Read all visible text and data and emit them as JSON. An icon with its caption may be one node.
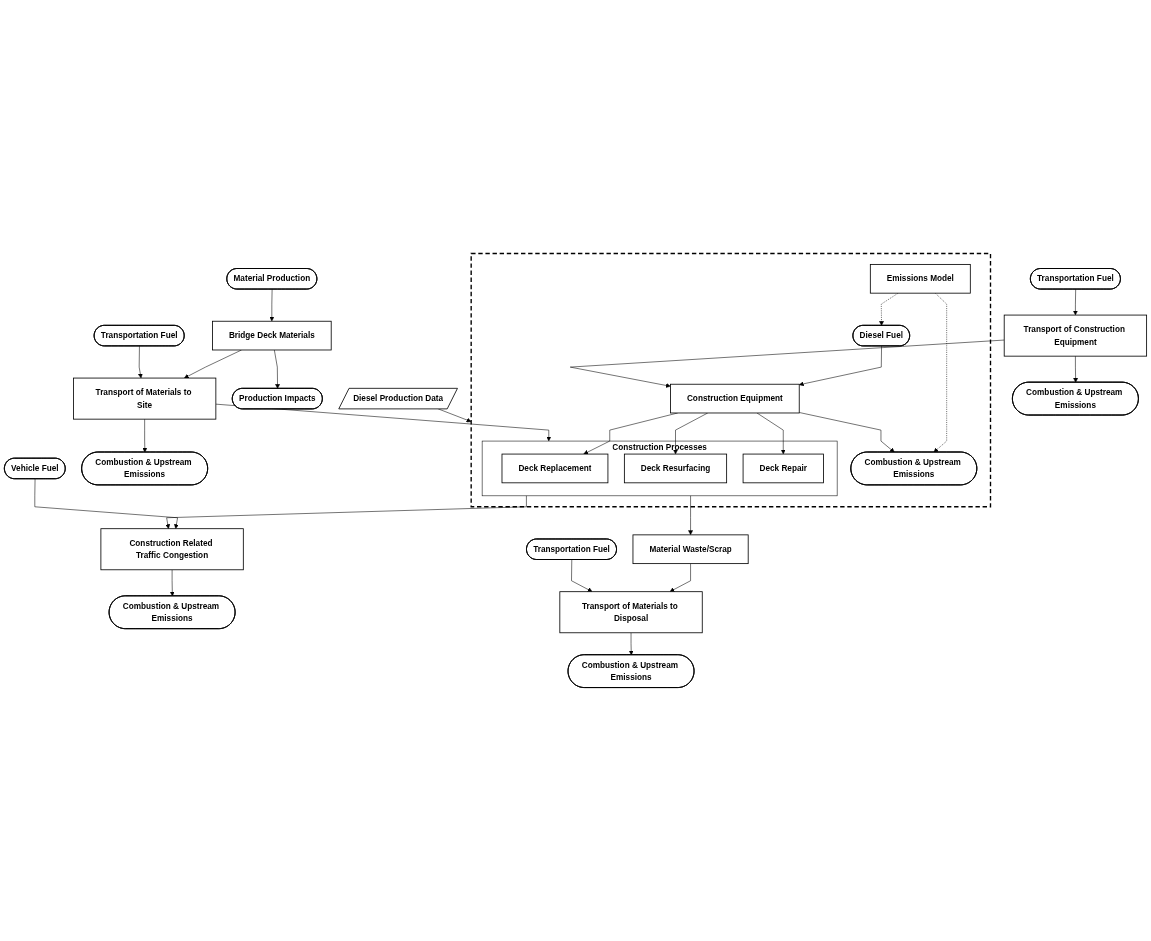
{
  "diagram": {
    "nodes": [
      {
        "text": [
          "Material Production"
        ]
      },
      {
        "text": [
          "Bridge Deck Materials"
        ]
      },
      {
        "text": [
          "Production Impacts"
        ]
      },
      {
        "text": [
          "Transportation Fuel"
        ]
      },
      {
        "text": [
          "Transport of Materials to Site"
        ]
      },
      {
        "text": [
          "Combustion & Upstream Emissions"
        ]
      },
      {
        "text": [
          "Diesel Production Data"
        ]
      },
      {
        "text": [],
        "shape": "box"
      },
      {
        "text": [
          "Emissions Model"
        ],
        "in": 7
      },
      {
        "text": [
          "Diesel Fuel"
        ],
        "in": 7
      },
      {
        "text": [
          "Construction Processes"
        ],
        "in": 7
      },
      {
        "text": [
          "Deck Replacement"
        ],
        "in": 10
      },
      {
        "text": [
          "Deck Resurfacing"
        ],
        "in": 10
      },
      {
        "text": [
          "Deck Repair"
        ],
        "in": 10
      },
      {
        "text": [
          "Vehicle Fuel"
        ]
      },
      {
        "text": [
          "Transportation Fuel"
        ]
      },
      {
        "text": [
          "Transport of Construction Equipment"
        ]
      },
      {
        "text": [
          "Construction Equipment"
        ],
        "in": 7
      },
      {
        "text": [
          "Construction Related Traffic Congestion"
        ]
      },
      {
        "text": [
          "Combustion & Upstream Emissions"
        ]
      },
      {
        "text": [
          "Combustion & Upstream Emissions"
        ],
        "in": 7
      },
      {
        "text": [
          "Combustion & Upstream Emissions"
        ]
      },
      {
        "text": [
          "Material Waste/Scrap"
        ]
      },
      {
        "text": [
          "Transportation Fuel"
        ]
      },
      {
        "text": [
          "Transport of Materials to Disposal"
        ]
      },
      {
        "text": [
          "Combustion & Upstream Emissions"
        ]
      }
    ],
    "edges": [
      {
        "from": 0,
        "to": 1,
        "arrow": "to"
      },
      {
        "from": 1,
        "to": 2,
        "arrow": "to"
      },
      {
        "from": 1,
        "to": 4,
        "arrow": "to"
      },
      {
        "from": 3,
        "to": 4,
        "arrow": "to"
      },
      {
        "from": 4,
        "to": 5,
        "arrow": "to"
      },
      {
        "from": 4,
        "to": 10,
        "arrow": "to"
      },
      {
        "from": 6,
        "to": 7,
        "arrow": "to"
      },
      {
        "from": 8,
        "to": 9,
        "arrow": "to",
        "style": "dashed"
      },
      {
        "from": 8,
        "to": 20,
        "arrow": "to",
        "style": "dashed"
      },
      {
        "from": 9,
        "to": 17,
        "arrow": "to"
      },
      {
        "from": 15,
        "to": 16,
        "arrow": "to"
      },
      {
        "from": 16,
        "to": 17,
        "arrow": "to"
      },
      {
        "from": 16,
        "to": 19,
        "arrow": "to"
      },
      {
        "from": 17,
        "to": 11,
        "arrow": "to"
      },
      {
        "from": 17,
        "to": 12,
        "arrow": "to"
      },
      {
        "from": 17,
        "to": 13,
        "arrow": "to"
      },
      {
        "from": 17,
        "to": 20,
        "arrow": "to"
      },
      {
        "from": 14,
        "to": 18,
        "arrow": "to"
      },
      {
        "from": 10,
        "to": 18,
        "arrow": "to"
      },
      {
        "from": 18,
        "to": 21,
        "arrow": "to"
      },
      {
        "from": 10,
        "to": 22,
        "arrow": "to"
      },
      {
        "from": 22,
        "to": 24,
        "arrow": "to"
      },
      {
        "from": 23,
        "to": 24,
        "arrow": "to"
      },
      {
        "from": 24,
        "to": 25,
        "arrow": "to"
      }
    ]
  }
}
